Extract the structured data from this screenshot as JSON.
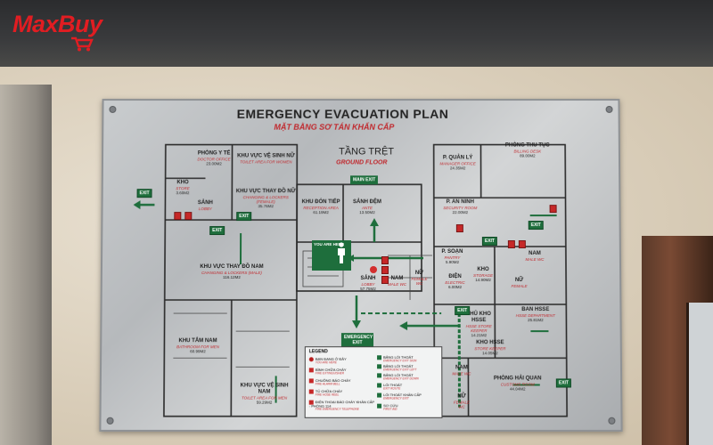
{
  "brand": {
    "logo_text": "MaxBuy",
    "color": "#e11d22"
  },
  "sign": {
    "title": "EMERGENCY EVACUATION PLAN",
    "subtitle_vi": "MẶT BẰNG SƠ TÁN KHẨN CẤP",
    "floor_vi": "TẦNG TRỆT",
    "floor_en": "GROUND FLOOR",
    "you_are_here": "YOU ARE HERE",
    "main_exit": "MAIN EXIT",
    "emergency_exit": "EMERGENCY EXIT",
    "exit_label": "EXIT",
    "legend_title": "LEGEND"
  },
  "rooms": [
    {
      "vi": "PHÒNG Y TẾ",
      "en": "DOCTOR OFFICE",
      "area": "23.00M2"
    },
    {
      "vi": "KHU VỰC VỆ SINH NỮ",
      "en": "TOILET AREA FOR WOMEN",
      "area": ""
    },
    {
      "vi": "KHO",
      "en": "STORE",
      "area": "3.60M2"
    },
    {
      "vi": "KHU VỰC THAY ĐỒ NỮ",
      "en": "CHANGING & LOCKERS (FEMALE)",
      "area": "35.76M2"
    },
    {
      "vi": "SẢNH",
      "en": "LOBBY",
      "area": ""
    },
    {
      "vi": "KHU ĐÓN TIẾP",
      "en": "RECEPTION AREA",
      "area": "61.19M2"
    },
    {
      "vi": "SẢNH ĐỆM",
      "en": "ANTE",
      "area": "13.50M2"
    },
    {
      "vi": "KHU VỰC THAY ĐỒ NAM",
      "en": "CHANGING & LOCKERS (MALE)",
      "area": "116.12M2"
    },
    {
      "vi": "KHU TẮM NAM",
      "en": "BATHROOM FOR MEN",
      "area": "60.99M2"
    },
    {
      "vi": "KHU VỰC VỆ SINH NAM",
      "en": "TOILET AREA FOR MEN",
      "area": "59.29M2"
    },
    {
      "vi": "SẢNH",
      "en": "LOBBY",
      "area": "57.75M2"
    },
    {
      "vi": "P. QUẢN LÝ",
      "en": "MANAGER OFFICE",
      "area": "24.35M2"
    },
    {
      "vi": "PHÒNG THU TỤC",
      "en": "BILLING DESK",
      "area": "89.00M2"
    },
    {
      "vi": "P. AN NINH",
      "en": "SECURITY ROOM",
      "area": "22.00M2"
    },
    {
      "vi": "P. SOẠN",
      "en": "PANTRY",
      "area": "5.90M2"
    },
    {
      "vi": "NAM",
      "en": "MALE WC",
      "area": ""
    },
    {
      "vi": "NỮ",
      "en": "FEMALE WC",
      "area": ""
    },
    {
      "vi": "ĐIỆN",
      "en": "ELECTRIC",
      "area": "6.00M2"
    },
    {
      "vi": "KHO",
      "en": "STORAGE",
      "area": "14.90M2"
    },
    {
      "vi": "NAM",
      "en": "MALE WC",
      "area": ""
    },
    {
      "vi": "NỮ",
      "en": "FEMALE",
      "area": ""
    },
    {
      "vi": "THỦ KHO HSSE",
      "en": "HSSE STORE KEEPER",
      "area": "14.21M2"
    },
    {
      "vi": "BAN HSSE",
      "en": "HSSE DEPARTMENT",
      "area": "25.81M2"
    },
    {
      "vi": "KHO HSSE",
      "en": "STORE KEEPER",
      "area": "14.05M2"
    },
    {
      "vi": "NAM",
      "en": "MALE WC",
      "area": ""
    },
    {
      "vi": "NỮ",
      "en": "FEMALE WC",
      "area": ""
    },
    {
      "vi": "PHÒNG HẢI QUAN",
      "en": "CUSTOMS ROOM",
      "area": "44.04M2"
    }
  ],
  "legend": [
    {
      "vi": "BẠN ĐANG Ở ĐÂY",
      "en": "YOU ARE HERE",
      "color": "#b71c1c"
    },
    {
      "vi": "BÌNH CHỮA CHÁY",
      "en": "FIRE EXTINGUISHER",
      "color": "#c62828"
    },
    {
      "vi": "CHUÔNG BÁO CHÁY",
      "en": "FIRE ALARM BELL",
      "color": "#c62828"
    },
    {
      "vi": "TỦ CHỮA CHÁY",
      "en": "FIRE HOSE REEL",
      "color": "#c62828"
    },
    {
      "vi": "ĐIỆN THOẠI BÁO CHÁY KHẨN CẤP - PHÒNG 114",
      "en": "FIRE EMERGENCY TELEPHONE",
      "color": "#c62828"
    },
    {
      "vi": "BẢNG LỐI THOÁT",
      "en": "EMERGENCY EXIT SIGN",
      "color": "#1e6e3c"
    },
    {
      "vi": "BẢNG LỐI THOÁT",
      "en": "EMERGENCY EXIT LEFT",
      "color": "#1e6e3c"
    },
    {
      "vi": "BẢNG LỐI THOÁT",
      "en": "EMERGENCY EXIT DOWN",
      "color": "#1e6e3c"
    },
    {
      "vi": "LỐI THOÁT",
      "en": "EXIT ROUTE",
      "color": "#1e6e3c"
    },
    {
      "vi": "LỐI THOÁT KHẨN CẤP",
      "en": "EMERGENCY EXIT",
      "color": "#1e6e3c"
    },
    {
      "vi": "SƠ CỨU",
      "en": "FIRST AID",
      "color": "#1e6e3c"
    }
  ]
}
